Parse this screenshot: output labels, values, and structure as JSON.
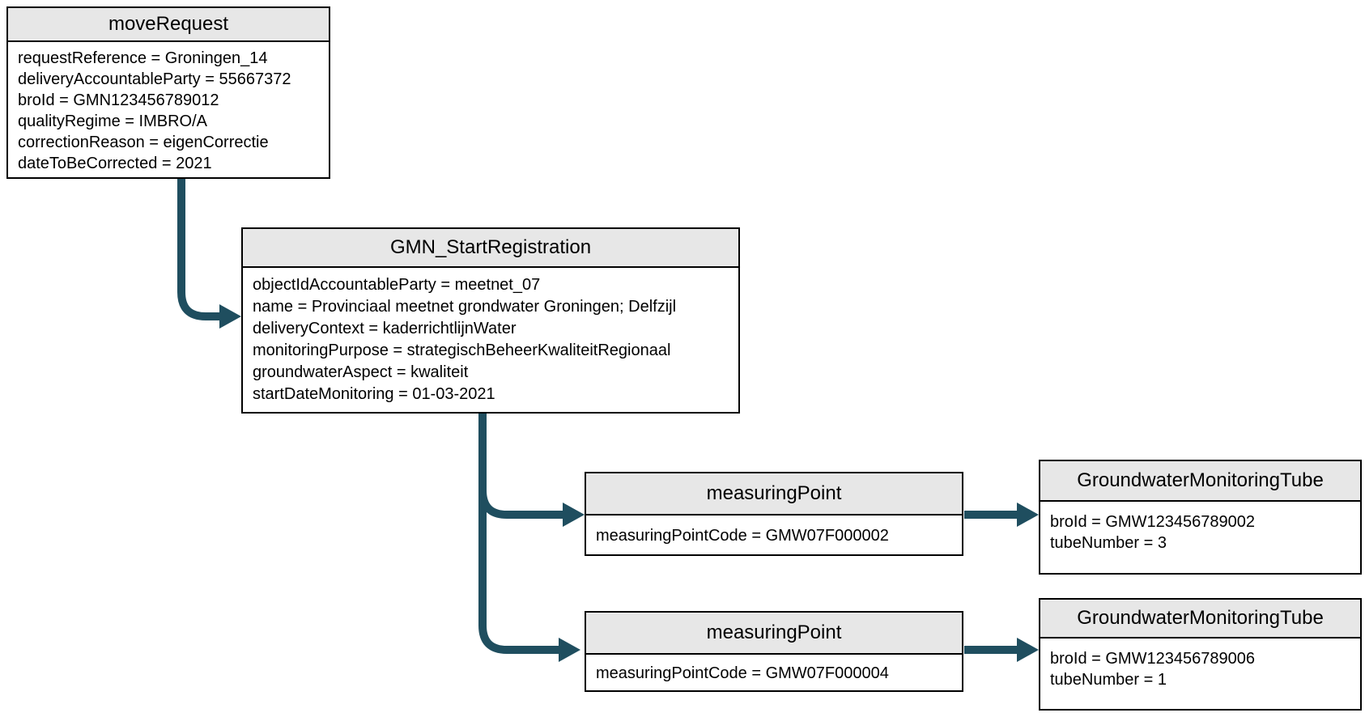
{
  "diagram": {
    "colors": {
      "connector": "#1F4E5F",
      "header_bg": "#E7E7E7",
      "border": "#000000",
      "body_bg": "#FFFFFF"
    },
    "nodes": {
      "move_request": {
        "title": "moveRequest",
        "attributes": [
          "requestReference = Groningen_14",
          "deliveryAccountableParty = 55667372",
          "broId = GMN123456789012",
          "qualityRegime = IMBRO/A",
          "correctionReason = eigenCorrectie",
          "dateToBeCorrected = 2021"
        ]
      },
      "gmn_start_registration": {
        "title": "GMN_StartRegistration",
        "attributes": [
          "objectIdAccountableParty = meetnet_07",
          "name = Provinciaal meetnet grondwater Groningen; Delfzijl",
          "deliveryContext = kaderrichtlijnWater",
          "monitoringPurpose = strategischBeheerKwaliteitRegionaal",
          "groundwaterAspect = kwaliteit",
          "startDateMonitoring = 01-03-2021"
        ]
      },
      "measuring_point_1": {
        "title": "measuringPoint",
        "attributes": [
          "measuringPointCode = GMW07F000002"
        ]
      },
      "tube_1": {
        "title": "GroundwaterMonitoringTube",
        "attributes": [
          "broId = GMW123456789002",
          "tubeNumber = 3"
        ]
      },
      "measuring_point_2": {
        "title": "measuringPoint",
        "attributes": [
          "measuringPointCode = GMW07F000004"
        ]
      },
      "tube_2": {
        "title": "GroundwaterMonitoringTube",
        "attributes": [
          "broId = GMW123456789006",
          "tubeNumber = 1"
        ]
      }
    }
  }
}
